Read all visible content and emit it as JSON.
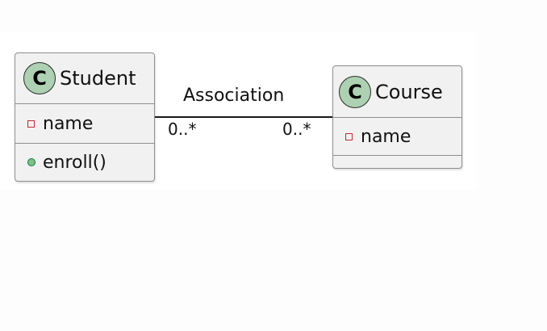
{
  "diagram": {
    "classes": [
      {
        "name": "Student",
        "stereotype_glyph": "C",
        "stereotype_color": "#ADD1B2",
        "attributes": [
          {
            "visibility": "private",
            "text": "name"
          }
        ],
        "operations": [
          {
            "visibility": "public",
            "text": "enroll()"
          }
        ]
      },
      {
        "name": "Course",
        "stereotype_glyph": "C",
        "stereotype_color": "#ADD1B2",
        "attributes": [
          {
            "visibility": "private",
            "text": "name"
          }
        ],
        "operations": []
      }
    ],
    "association": {
      "label": "Association",
      "source_multiplicity": "0..*",
      "target_multiplicity": "0..*"
    },
    "colors": {
      "private_marker": "#C82930",
      "public_marker": "#84BE84",
      "box_fill": "#F1F1F1",
      "border": "#8E8E8E"
    }
  }
}
